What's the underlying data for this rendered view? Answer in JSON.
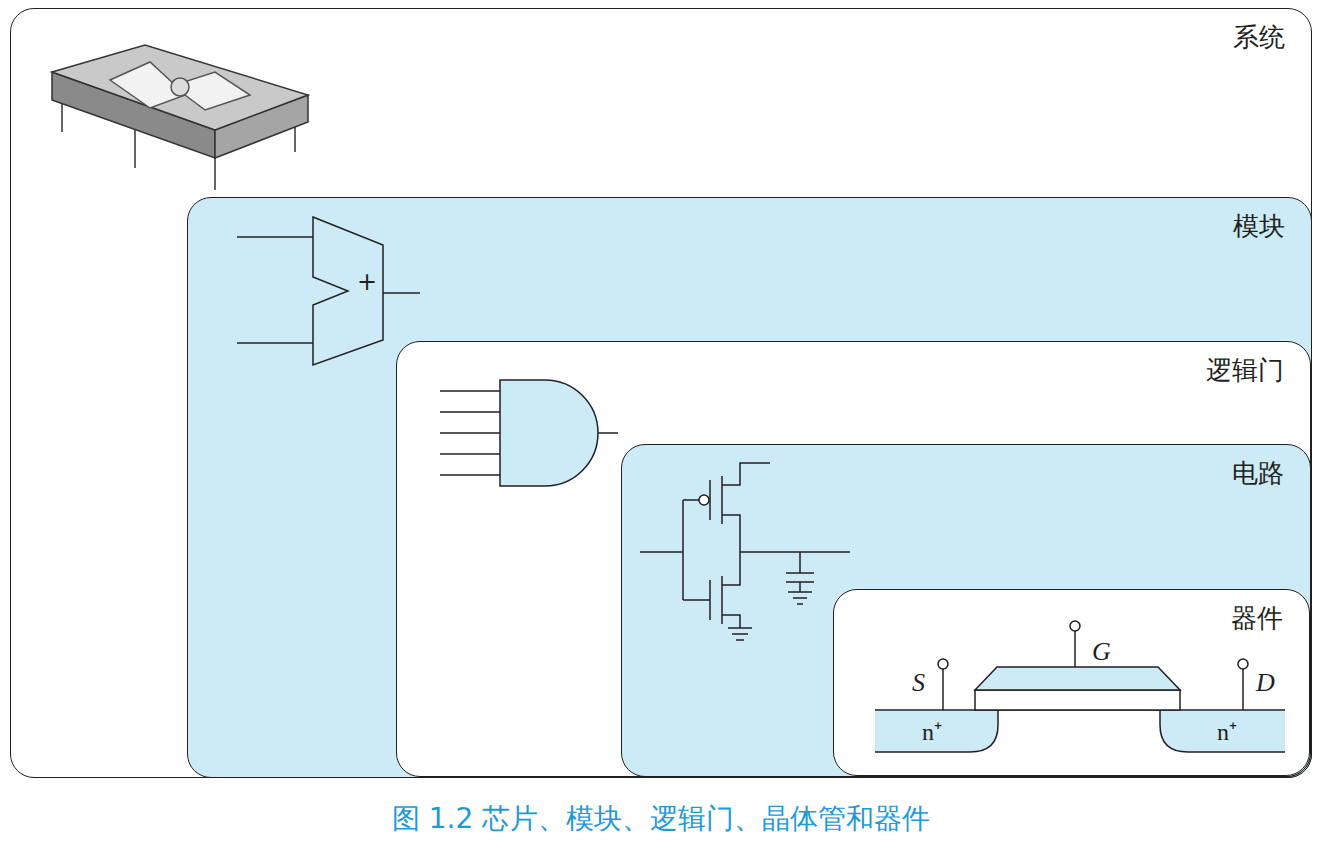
{
  "diagram": {
    "caption": "图 1.2 芯片、模块、逻辑门、晶体管和器件",
    "nodes": [
      {
        "text": [
          "系统"
        ]
      },
      {
        "text": [
          "模块"
        ],
        "in": 0
      },
      {
        "text": [
          "逻辑门"
        ],
        "in": 1
      },
      {
        "text": [
          "电路"
        ],
        "in": 2
      },
      {
        "text": [
          "器件"
        ],
        "in": 3
      }
    ],
    "labels": [
      "+",
      "S",
      "G",
      "D",
      "n⁺",
      "n⁺"
    ]
  }
}
